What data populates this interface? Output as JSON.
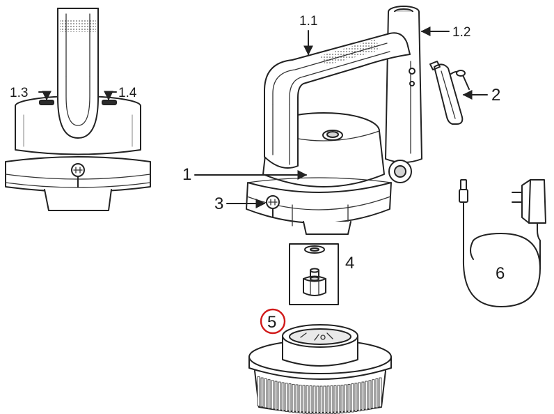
{
  "labels": {
    "l1": "1",
    "l1_1": "1.1",
    "l1_2": "1.2",
    "l1_3": "1.3",
    "l1_4": "1.4",
    "l2": "2",
    "l3": "3",
    "l4": "4",
    "l5": "5",
    "l6": "6"
  },
  "colors": {
    "line": "#222222",
    "highlight_circle": "#d11a1a"
  }
}
